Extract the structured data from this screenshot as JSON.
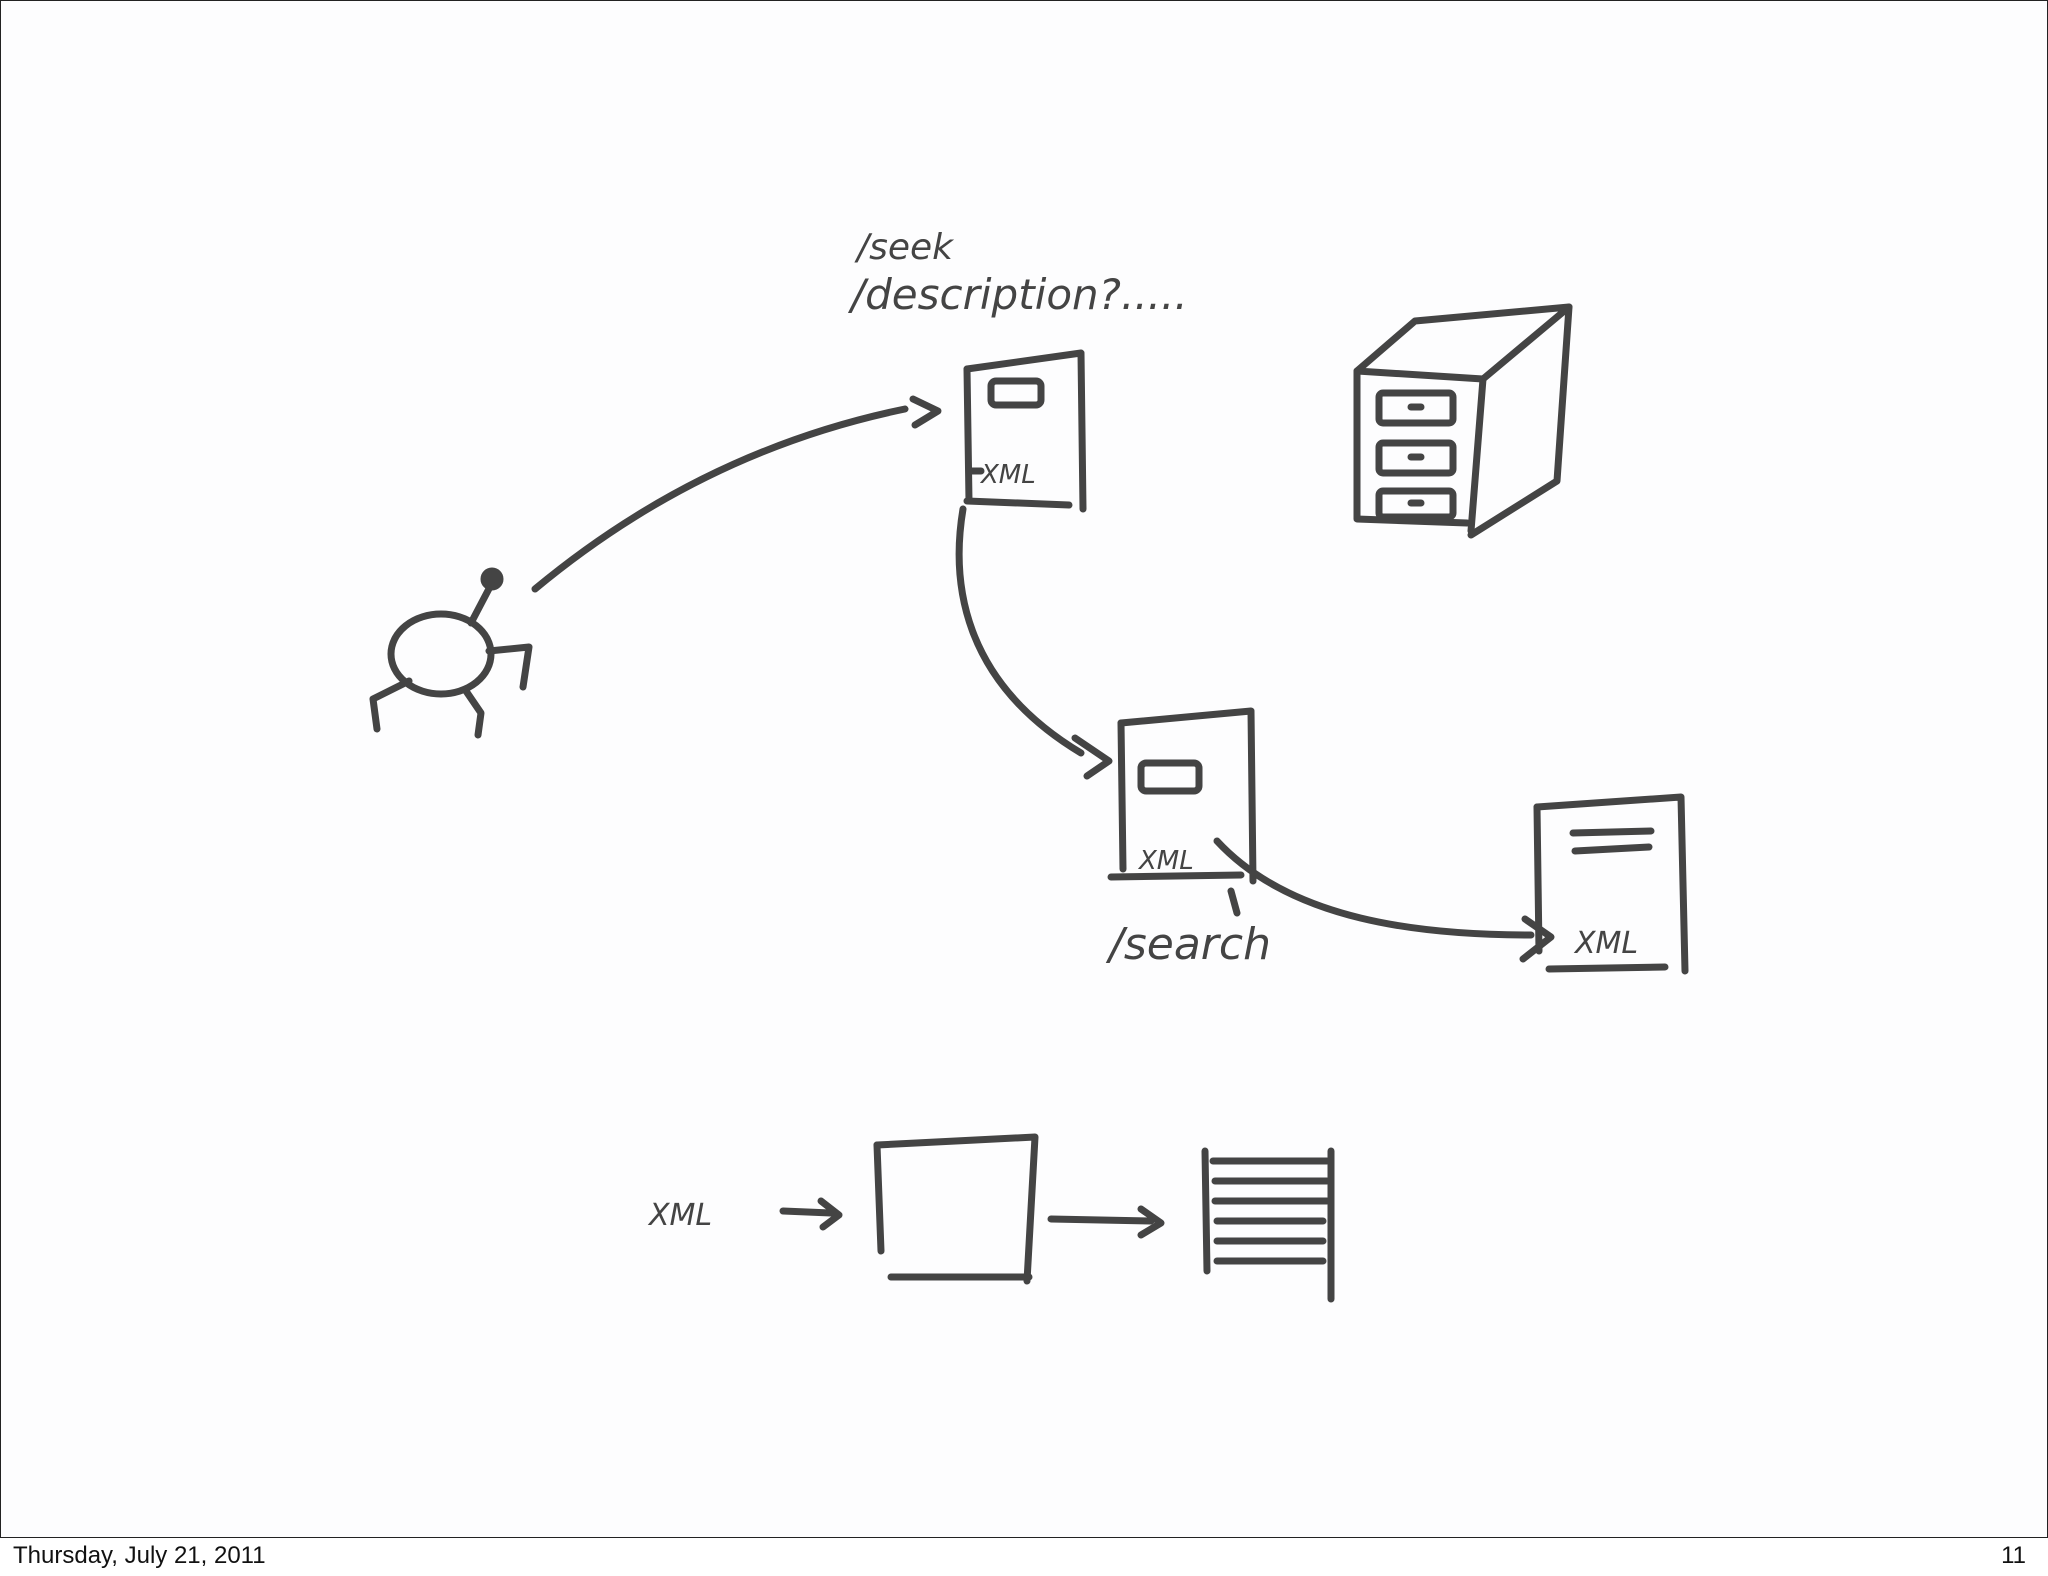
{
  "diagram": {
    "labels": {
      "seek": "/seek",
      "description": "/description?.....",
      "xml_server1": "XML",
      "xml_server2": "XML",
      "xml_server3": "XML",
      "search": "/search",
      "xml_pipeline": "XML"
    },
    "icons": {
      "crawler": "crawler-spider-icon",
      "server1": "xml-server-icon",
      "server2": "xml-server-icon",
      "server3": "xml-server-icon",
      "cabinet": "filing-cabinet-icon",
      "processor": "processor-box-icon",
      "document": "lined-document-icon"
    },
    "ink_color": "#444444"
  },
  "footer": {
    "date": "Thursday, July 21, 2011",
    "page": "11"
  }
}
